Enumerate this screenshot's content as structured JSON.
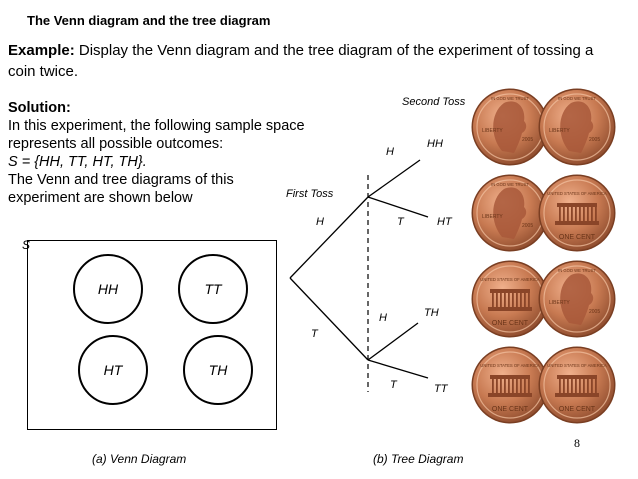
{
  "header": {
    "title": "The Venn diagram and the tree diagram"
  },
  "example": {
    "label": "Example:",
    "text": "Display the Venn diagram and the tree diagram of the experiment of tossing a coin twice."
  },
  "solution": {
    "heading": "Solution:",
    "line1": "In this experiment, the following sample space",
    "line2": "represents all possible outcomes:",
    "sample_space": "S = {HH, TT, HT, TH}.",
    "line4": "The Venn and tree diagrams of this",
    "line5": "experiment are shown below"
  },
  "venn": {
    "set_label": "S",
    "outcomes": [
      "HH",
      "TT",
      "HT",
      "TH"
    ],
    "caption": "(a) Venn Diagram"
  },
  "tree": {
    "second_toss_label": "Second Toss",
    "first_toss_label": "First Toss",
    "first_branches": [
      "H",
      "T"
    ],
    "second_branches": [
      "H",
      "T",
      "H",
      "T"
    ],
    "outcomes": [
      "HH",
      "HT",
      "TH",
      "TT"
    ],
    "caption": "(b) Tree Diagram"
  },
  "coins": {
    "rows": [
      [
        "penny-heads",
        "penny-heads"
      ],
      [
        "penny-heads",
        "penny-tails"
      ],
      [
        "penny-tails",
        "penny-heads"
      ],
      [
        "penny-tails",
        "penny-tails"
      ]
    ],
    "heads_text": "LIBERTY",
    "heads_motto": "IN GOD WE TRUST",
    "year": "2005",
    "tails_text": "UNITED STATES OF AMERICA",
    "tails_value": "ONE CENT",
    "color": "#b5653a"
  },
  "page_number": "8"
}
